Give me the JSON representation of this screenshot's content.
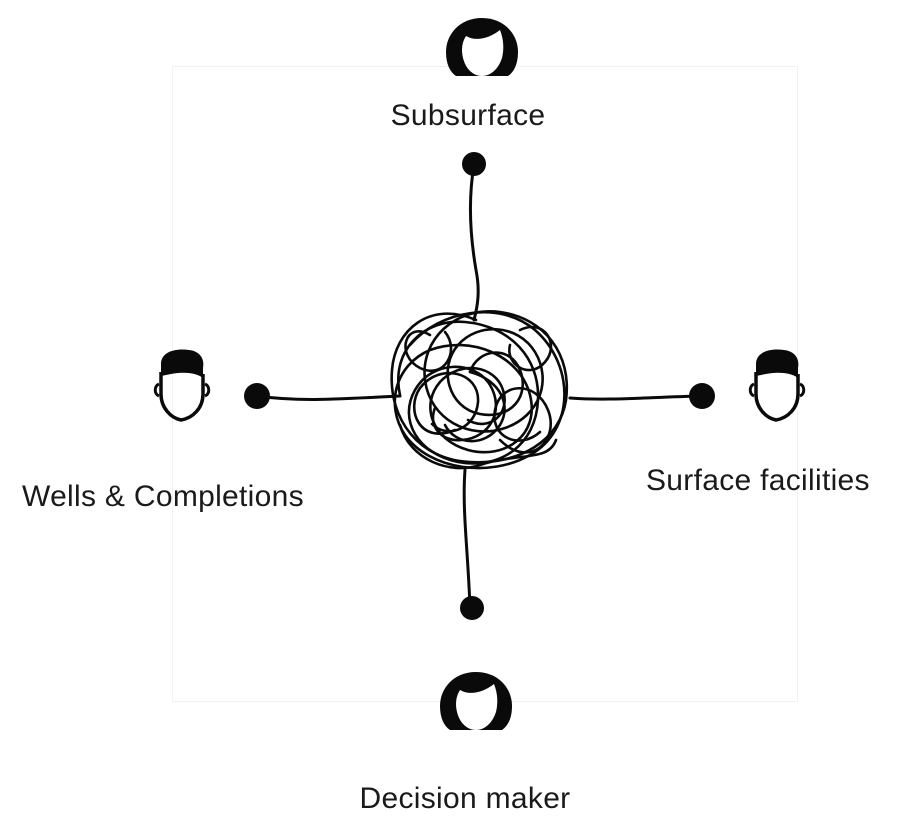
{
  "stakeholders": {
    "top": {
      "label": "Subsurface",
      "icon": "female-head-icon"
    },
    "left": {
      "label": "Wells & Completions",
      "icon": "male-head-icon"
    },
    "right": {
      "label": "Surface facilities",
      "icon": "male-head-icon"
    },
    "bottom": {
      "label": "Decision maker",
      "icon": "female-head-icon"
    }
  },
  "center": {
    "icon": "tangled-scribble-icon"
  },
  "colors": {
    "ink": "#0a0a0a",
    "text": "#1a1a1a",
    "frame": "#f2f2f2"
  }
}
